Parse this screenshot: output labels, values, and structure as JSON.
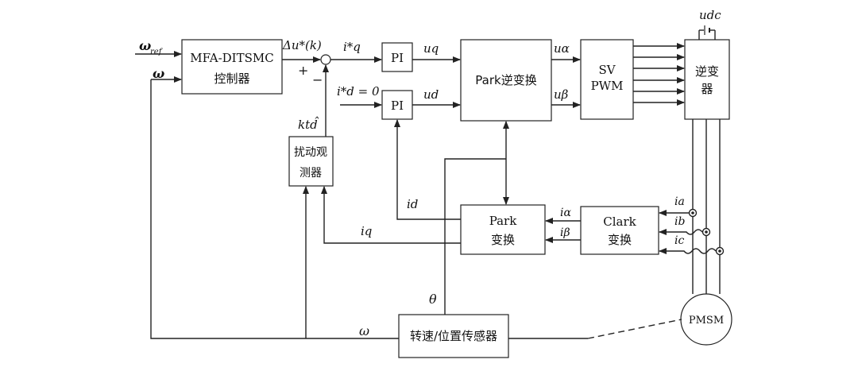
{
  "diagram": {
    "blocks": {
      "controller": [
        "MFA-DITSMC",
        "控制器"
      ],
      "pi_q": "PI",
      "pi_d": "PI",
      "inv_park": "Park逆变换",
      "svpwm": [
        "SV",
        "PWM"
      ],
      "inverter": [
        "逆变",
        "器"
      ],
      "observer": [
        "扰动观",
        "测器"
      ],
      "park": [
        "Park",
        "变换"
      ],
      "clark": [
        "Clark",
        "变换"
      ],
      "sensor": "转速/位置传感器",
      "motor": "PMSM"
    },
    "signals": {
      "omega_ref": "ω",
      "omega_ref_sub": "ref",
      "omega": "ω",
      "delta_u": "Δu*(k)",
      "plus": "+",
      "minus": "−",
      "iq_star": "i*q",
      "id_star": "i*d = 0",
      "uq": "uq",
      "ud": "ud",
      "u_alpha": "uα",
      "u_beta": "uβ",
      "udc": "udc",
      "kt_d": "ktd̂",
      "id": "id",
      "iq": "iq",
      "i_alpha": "iα",
      "i_beta": "iβ",
      "ia": "ia",
      "ib": "ib",
      "ic": "ic",
      "theta": "θ",
      "omega_fb": "ω"
    }
  }
}
